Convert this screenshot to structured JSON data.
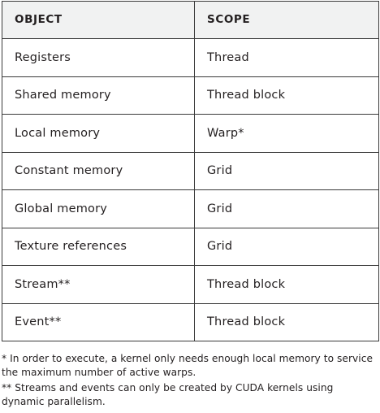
{
  "table": {
    "headers": [
      "OBJECT",
      "SCOPE"
    ],
    "rows": [
      {
        "object": "Registers",
        "scope": "Thread"
      },
      {
        "object": "Shared memory",
        "scope": "Thread block"
      },
      {
        "object": "Local memory",
        "scope": "Warp*"
      },
      {
        "object": "Constant memory",
        "scope": "Grid"
      },
      {
        "object": "Global memory",
        "scope": "Grid"
      },
      {
        "object": "Texture references",
        "scope": "Grid"
      },
      {
        "object": "Stream**",
        "scope": "Thread block"
      },
      {
        "object": "Event**",
        "scope": "Thread block"
      }
    ]
  },
  "footnotes": [
    "* In order to execute, a kernel only needs enough local memory to service the maximum number of active warps.",
    "** Streams and events can only be created by CUDA kernels using dynamic parallelism."
  ],
  "colors": {
    "header_background": "#f1f2f2",
    "border": "#3a3a3a",
    "text": "#231f20"
  }
}
